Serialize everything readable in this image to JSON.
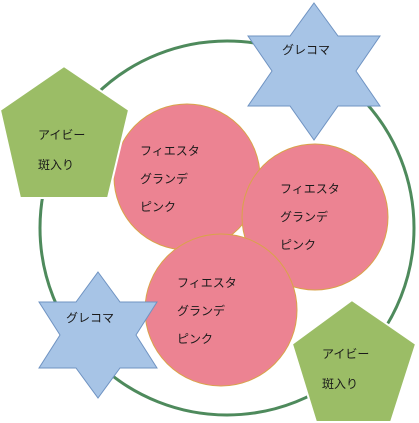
{
  "colors": {
    "ring": "#4e8a5c",
    "flower_fill": "#ec8392",
    "flower_stroke": "#d9a34a",
    "star_fill": "#a7c4e6",
    "star_stroke": "#6f93c2",
    "pentagon_fill": "#9bbd66",
    "pentagon_stroke": "#ffffff",
    "text": "#1a1a1a"
  },
  "plants": {
    "fiesta_1": {
      "line1": "フィエスタ",
      "line2": "グランデ",
      "line3": "ピンク"
    },
    "fiesta_2": {
      "line1": "フィエスタ",
      "line2": "グランデ",
      "line3": "ピンク"
    },
    "fiesta_3": {
      "line1": "フィエスタ",
      "line2": "グランデ",
      "line3": "ピンク"
    },
    "glechoma_1": {
      "label": "グレコマ"
    },
    "glechoma_2": {
      "label": "グレコマ"
    },
    "ivy_1": {
      "line1": "アイビー",
      "line2": "斑入り"
    },
    "ivy_2": {
      "line1": "アイビー",
      "line2": "斑入り"
    }
  }
}
